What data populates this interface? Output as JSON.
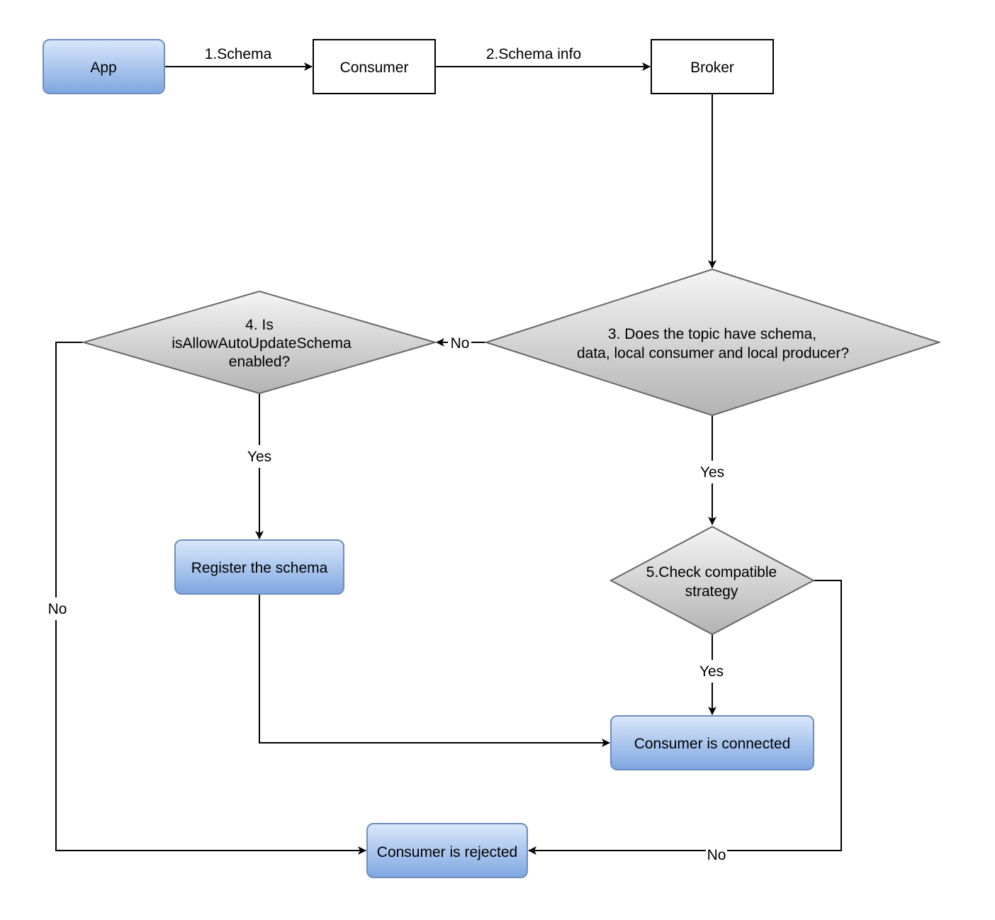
{
  "nodes": {
    "app": "App",
    "consumer": "Consumer",
    "broker": "Broker",
    "decision_topic": [
      "3. Does the topic have schema,",
      "data, local consumer and local producer?"
    ],
    "decision_auto_update": [
      "4. Is",
      "isAllowAutoUpdateSchema",
      "enabled?"
    ],
    "register_schema": "Register the schema",
    "decision_compat": [
      "5.Check compatible",
      "strategy"
    ],
    "consumer_connected": "Consumer is connected",
    "consumer_rejected": "Consumer is rejected"
  },
  "edges": {
    "app_to_consumer": "1.Schema",
    "consumer_to_broker": "2.Schema info",
    "topic_no": "No",
    "topic_yes": "Yes",
    "auto_update_yes": "Yes",
    "auto_update_no": "No",
    "compat_yes": "Yes",
    "compat_no": "No"
  },
  "colors": {
    "blue_top": "#dae8fc",
    "blue_bottom": "#7ea6e0",
    "blue_stroke": "#6c8ebf",
    "gray_top": "#f5f5f5",
    "gray_bottom": "#b3b3b3",
    "gray_stroke": "#666666"
  }
}
